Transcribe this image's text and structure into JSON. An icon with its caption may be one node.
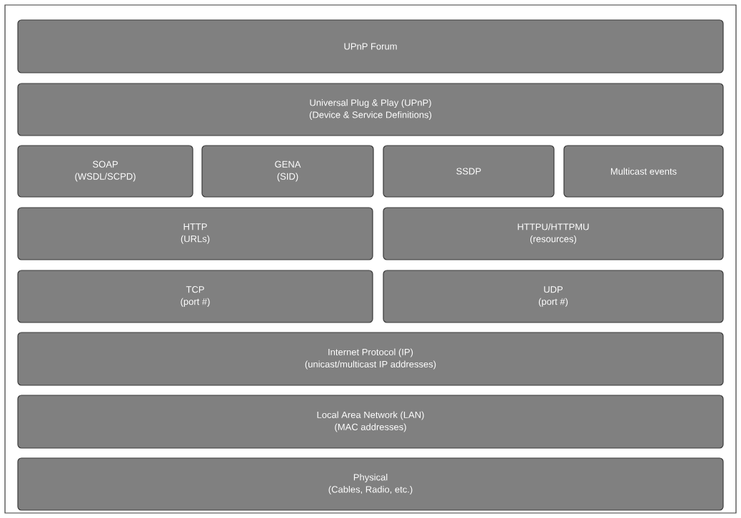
{
  "diagram": {
    "nodes": [
      {
        "text": [
          "UPnP Forum"
        ]
      },
      {
        "text": [
          "Universal Plug & Play (UPnP)",
          "(Device & Service Definitions)"
        ]
      },
      {
        "text": [
          "SOAP",
          "(WSDL/SCPD)"
        ]
      },
      {
        "text": [
          "GENA",
          "(SID)"
        ]
      },
      {
        "text": [
          "SSDP"
        ]
      },
      {
        "text": [
          "Multicast events"
        ]
      },
      {
        "text": [
          "HTTP",
          "(URLs)"
        ]
      },
      {
        "text": [
          "HTTPU/HTTPMU",
          "(resources)"
        ]
      },
      {
        "text": [
          "TCP",
          "(port #)"
        ]
      },
      {
        "text": [
          "UDP",
          "(port #)"
        ]
      },
      {
        "text": [
          "Internet Protocol (IP)",
          "(unicast/multicast IP addresses)"
        ]
      },
      {
        "text": [
          "Local Area Network (LAN)",
          "(MAC addresses)"
        ]
      },
      {
        "text": [
          "Physical",
          "(Cables, Radio, etc.)"
        ]
      }
    ]
  }
}
